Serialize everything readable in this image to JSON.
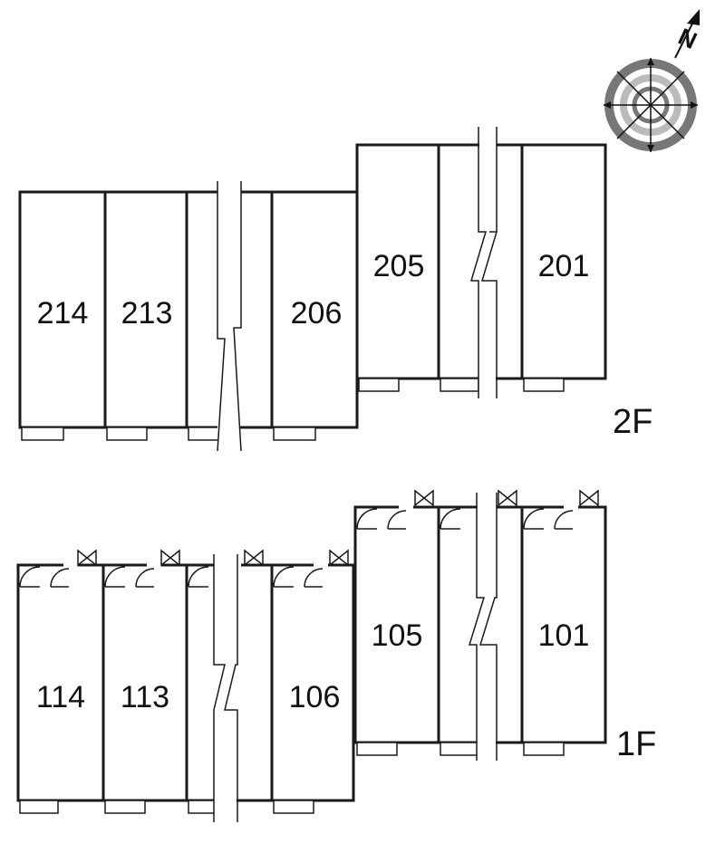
{
  "compass": {
    "north_label": "N",
    "icon": "compass-rose-icon"
  },
  "floors": [
    {
      "label": "2F",
      "units": [
        "214",
        "213",
        "206",
        "205",
        "201"
      ]
    },
    {
      "label": "1F",
      "units": [
        "114",
        "113",
        "106",
        "105",
        "101"
      ]
    }
  ]
}
